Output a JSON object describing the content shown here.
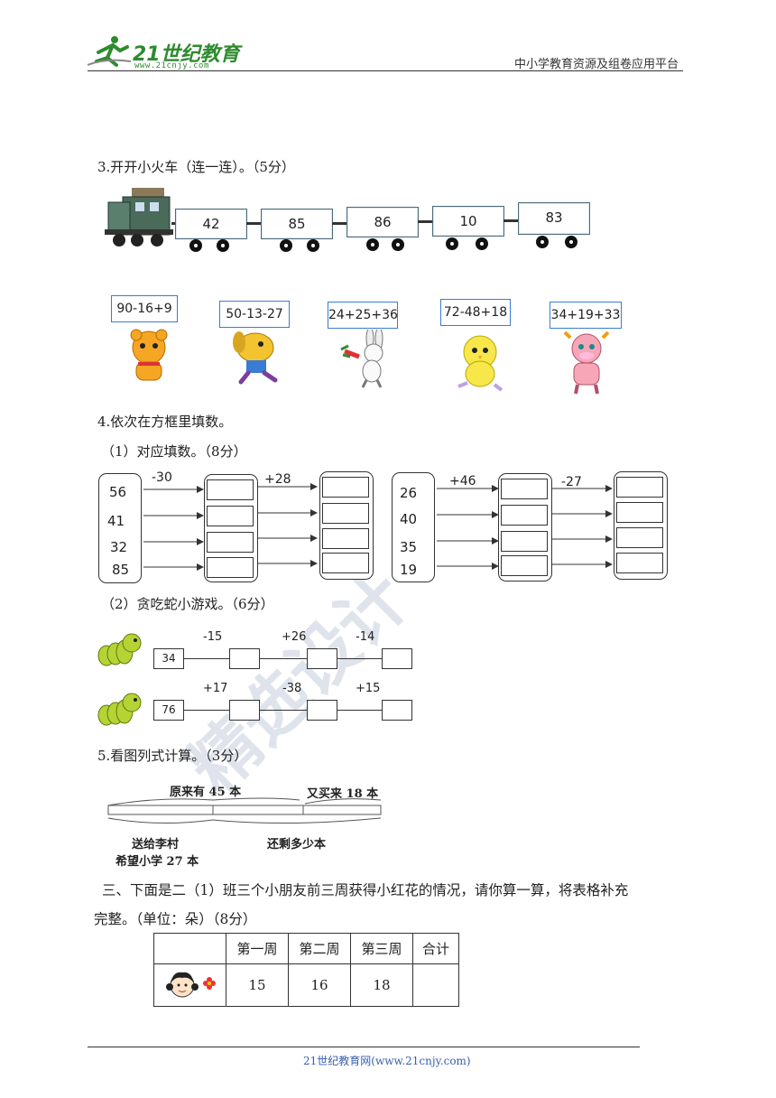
{
  "header": {
    "logo_main": "21世纪教育",
    "logo_sub": "www.21cnjy.com",
    "right_text": "中小学教育资源及组卷应用平台"
  },
  "q3": {
    "title": "3.开开小火车（连一连）。（5分）",
    "cars": [
      "42",
      "85",
      "86",
      "10",
      "83"
    ],
    "expressions": [
      "90-16+9",
      "50-13-27",
      "24+25+36",
      "72-48+18",
      "34+19+33"
    ]
  },
  "q4": {
    "title": "4.依次在方框里填数。",
    "part1": {
      "title": "（1）对应填数。（8分）",
      "left": {
        "numbers": [
          "56",
          "41",
          "32",
          "85"
        ],
        "op1": "-30",
        "op2": "+28"
      },
      "right": {
        "numbers": [
          "26",
          "40",
          "35",
          "19"
        ],
        "op1": "+46",
        "op2": "-27"
      }
    },
    "part2": {
      "title": "（2）贪吃蛇小游戏。（6分）",
      "rows": [
        {
          "start": "34",
          "ops": [
            "-15",
            "+26",
            "-14"
          ]
        },
        {
          "start": "76",
          "ops": [
            "+17",
            "-38",
            "+15"
          ]
        }
      ]
    }
  },
  "q5": {
    "title": "5.看图列式计算。（3分）",
    "top_left": "原来有 45 本",
    "top_right": "又买来 18 本",
    "bottom_left_1": "送给李村",
    "bottom_left_2": "希望小学 27 本",
    "bottom_right": "还剩多少本"
  },
  "section3": {
    "line1": "三、下面是二（1）班三个小朋友前三周获得小红花的情况，请你算一算，将表格补充",
    "line2": "完整。（单位：朵）（8分）",
    "table": {
      "headers": [
        "",
        "第一周",
        "第二周",
        "第三周",
        "合计"
      ],
      "row": [
        "15",
        "16",
        "18",
        ""
      ]
    }
  },
  "footer": {
    "text": "21世纪教育网(www.21cnjy.com)"
  },
  "watermark": {
    "text": "精选设计"
  },
  "colors": {
    "brand": "#2e8b2e",
    "expr_border": "#3a7bd5",
    "footer": "#3a5fb0"
  }
}
